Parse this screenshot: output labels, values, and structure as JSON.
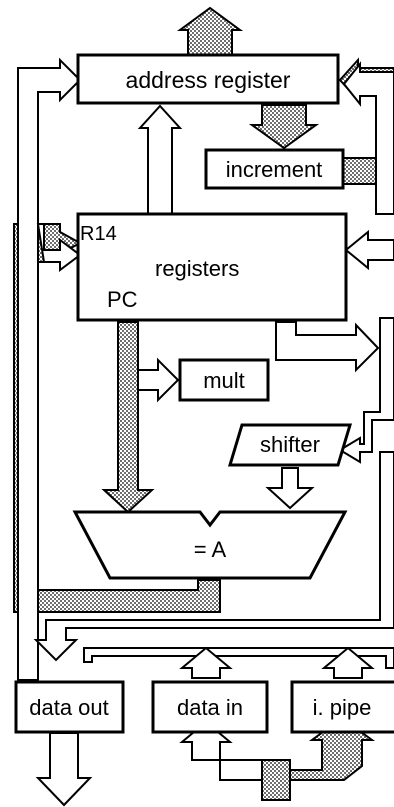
{
  "diagram": {
    "address_register": "address register",
    "increment": "increment",
    "registers": "registers",
    "r14": "R14",
    "pc": "PC",
    "mult": "mult",
    "shifter": "shifter",
    "alu": "= A",
    "data_out": "data out",
    "data_in": "data in",
    "i_pipe": "i. pipe"
  },
  "colors": {
    "outline": "#000000",
    "fill": "#ffffff",
    "hatched_bus": "#a0a0a0"
  }
}
